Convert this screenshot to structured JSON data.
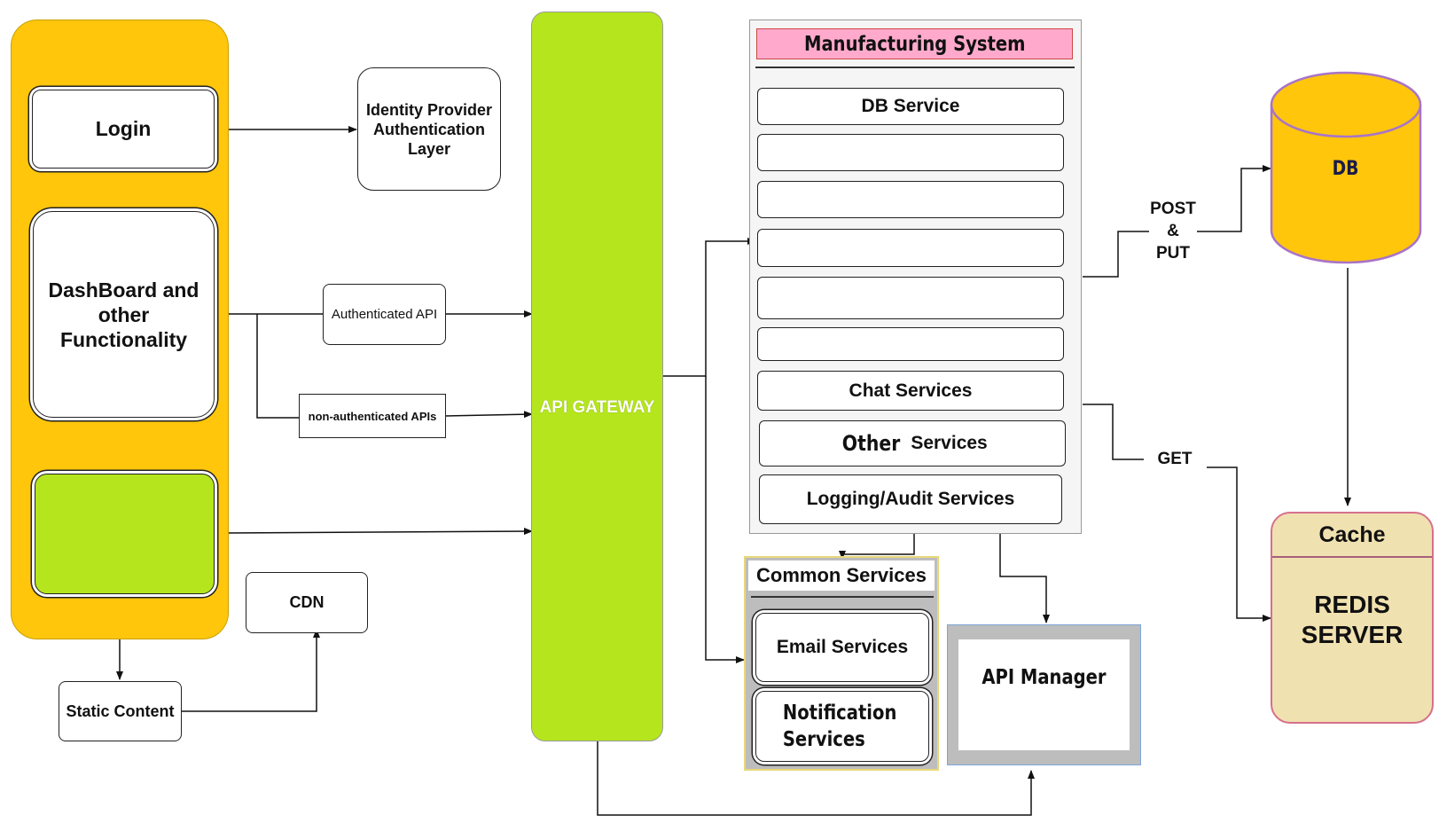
{
  "frontend": {
    "login": "Login",
    "dashboard": "DashBoard and other Functionality",
    "feature_box": ""
  },
  "identity_provider": "Identity Provider Authentication Layer",
  "cdn": "CDN",
  "static_content": "Static Content",
  "auth_api": "Authenticated API",
  "non_auth_api": "non-authenticated APIs",
  "api_gateway": "API GATEWAY",
  "manufacturing": {
    "title": "Manufacturing System",
    "db_service": "DB Service",
    "chat_services": "Chat Services",
    "other": "Other",
    "other_services": "Services",
    "logging_services": "Logging/Audit Services"
  },
  "common_services": {
    "title": "Common Services",
    "email": "Email Services",
    "notification": "Notification Services"
  },
  "api_manager": "API Manager",
  "db": "DB",
  "post_put": "POST & PUT",
  "get": "GET",
  "cache": {
    "title": "Cache",
    "server": "REDIS SERVER"
  },
  "colors": {
    "frontend_panel": "#FFC60B",
    "gateway": "#B5E61D",
    "manufacturing_title_bg": "#FFAACC",
    "cache_bg": "#F0E1B0",
    "cache_border": "#D6708C",
    "db_border": "#A874C8"
  }
}
